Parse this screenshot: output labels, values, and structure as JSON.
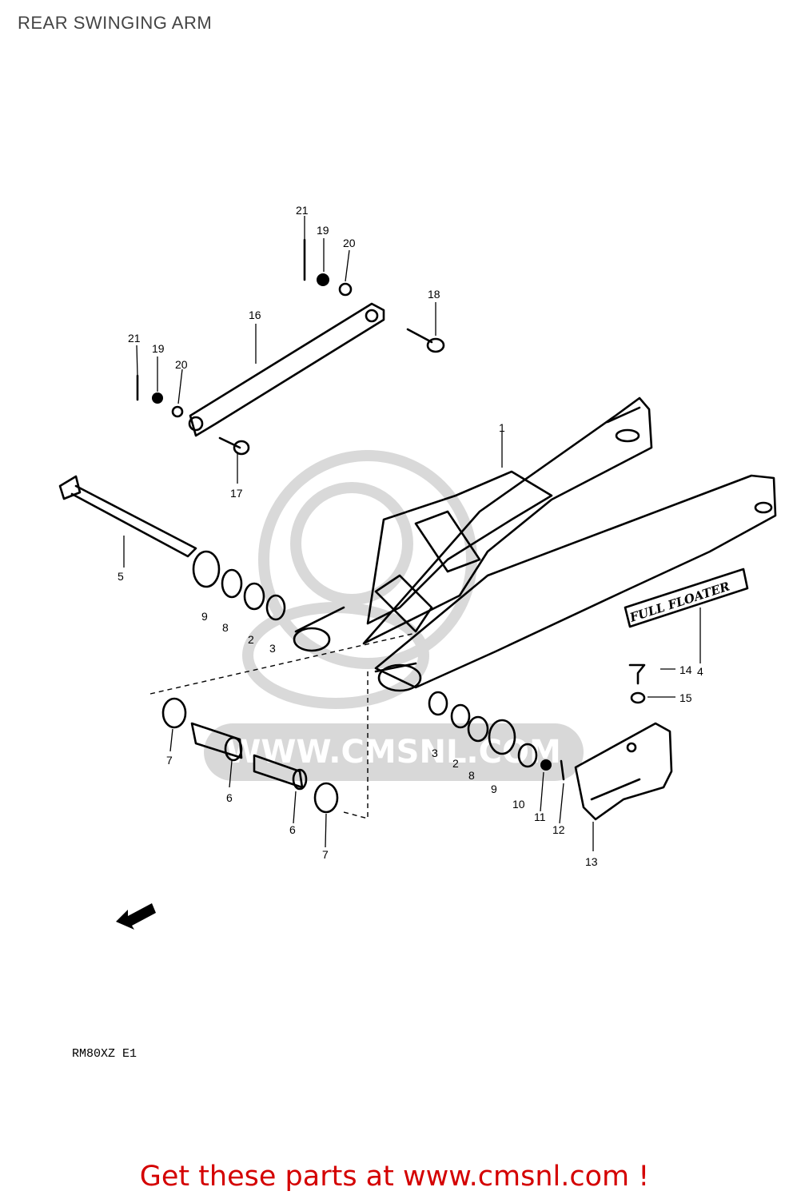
{
  "page": {
    "title": "REAR SWINGING ARM"
  },
  "diagram": {
    "model_code": "RM80XZ E1",
    "watermark": "WWW.CMSNL.COM",
    "decal_text": "FULL FLOATER",
    "callouts": {
      "c1": "1",
      "c2a": "2",
      "c2b": "2",
      "c3a": "3",
      "c3b": "3",
      "c4": "4",
      "c5": "5",
      "c6a": "6",
      "c6b": "6",
      "c7a": "7",
      "c7b": "7",
      "c8a": "8",
      "c8b": "8",
      "c9a": "9",
      "c9b": "9",
      "c10": "10",
      "c11": "11",
      "c12": "12",
      "c13": "13",
      "c14": "14",
      "c15": "15",
      "c16": "16",
      "c17": "17",
      "c18": "18",
      "c19a": "19",
      "c19b": "19",
      "c20a": "20",
      "c20b": "20",
      "c21a": "21",
      "c21b": "21"
    }
  },
  "footer": {
    "link_text": "Get these parts at www.cmsnl.com !"
  }
}
